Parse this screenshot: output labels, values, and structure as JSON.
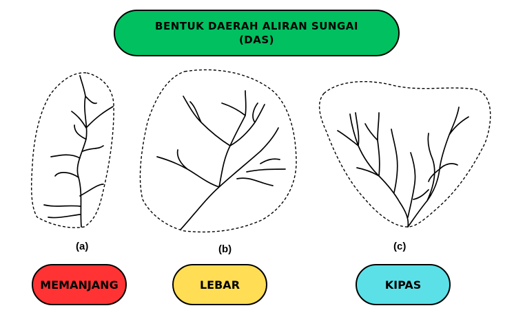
{
  "title": {
    "line1": "BENTUK DAERAH ALIRAN SUNGAI",
    "line2": "(DAS)",
    "color": "#00C060"
  },
  "shapes": [
    {
      "caption": "(a)",
      "label": "MEMANJANG",
      "color": "#FF3333"
    },
    {
      "caption": "(b)",
      "label": "LEBAR",
      "color": "#FFDD55"
    },
    {
      "caption": "(c)",
      "label": "KIPAS",
      "color": "#5CE0E8"
    }
  ]
}
